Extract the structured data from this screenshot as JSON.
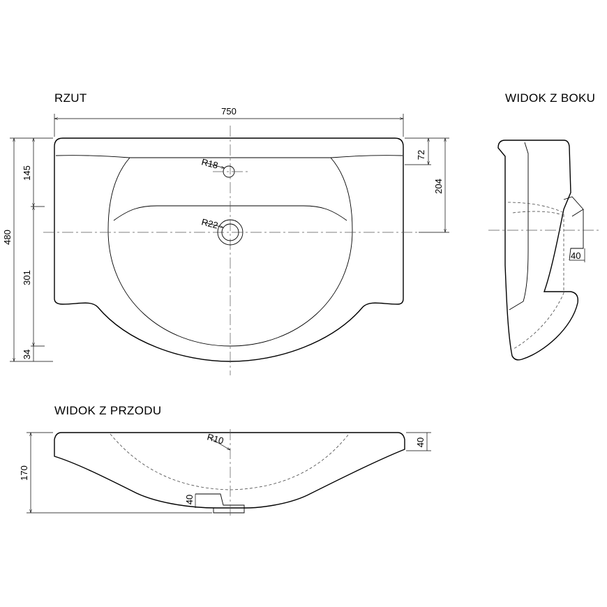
{
  "views": {
    "plan": {
      "title": "RZUT"
    },
    "side": {
      "title": "WIDOK Z BOKU"
    },
    "front": {
      "title": "WIDOK Z PRZODU"
    }
  },
  "dimensions": {
    "plan": {
      "width": "750",
      "depth": "480",
      "top_to_tap": "145",
      "center_to_front": "301",
      "front_lip": "34",
      "rim": "72",
      "back_to_drain": "204",
      "tap_hole_radius": "R18",
      "drain_radius": "R22"
    },
    "side": {
      "drain_height": "40"
    },
    "front": {
      "height": "170",
      "rim_height": "40",
      "drain_height": "40",
      "bowl_radius": "R10"
    }
  }
}
